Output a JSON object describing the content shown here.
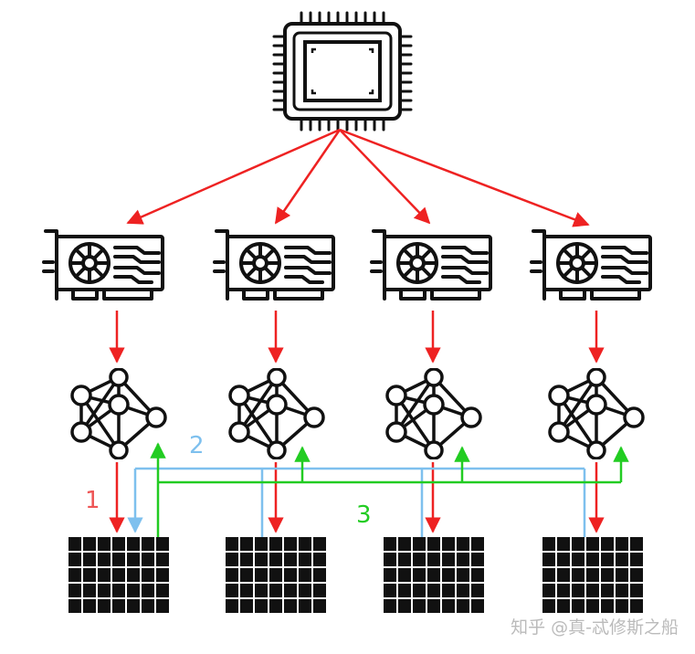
{
  "labels": {
    "step1": "1",
    "step2": "2",
    "step3": "3"
  },
  "watermark": "知乎 @真-忒修斯之船",
  "colors": {
    "red": "#ee2222",
    "blue": "#7ec0ee",
    "green": "#22cc22",
    "ink": "#111111",
    "watermark": "#bbbbbb"
  },
  "icons": {
    "cpu": "cpu-chip-icon",
    "gpu": "graphics-card-icon",
    "network": "neural-network-icon",
    "grid": "data-grid-icon"
  }
}
